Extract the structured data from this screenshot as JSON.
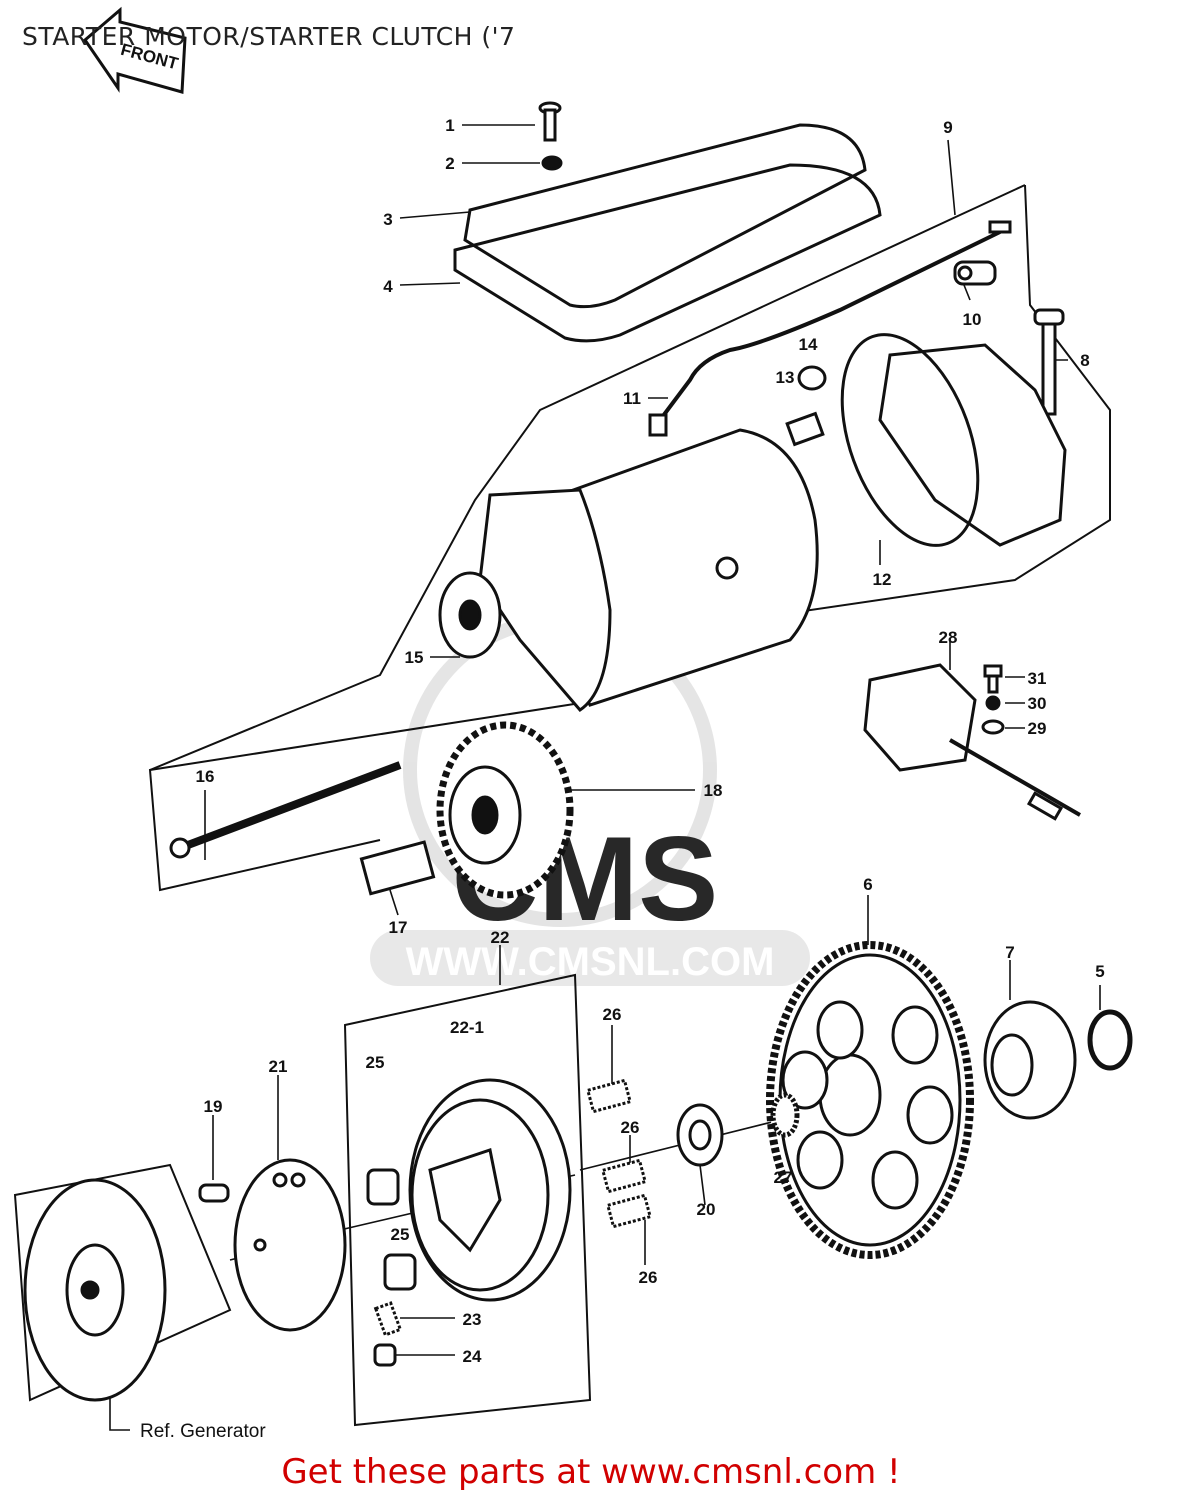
{
  "title": "STARTER MOTOR/STARTER CLUTCH ('7",
  "front_arrow_label": "FRONT",
  "watermark": {
    "brand": "CMS",
    "url": "WWW.CMSNL.COM"
  },
  "callouts": [
    "1",
    "2",
    "3",
    "4",
    "5",
    "6",
    "7",
    "8",
    "9",
    "10",
    "11",
    "12",
    "13",
    "14",
    "15",
    "16",
    "17",
    "18",
    "19",
    "20",
    "21",
    "22",
    "22-1",
    "23",
    "24",
    "25",
    "25",
    "26",
    "26",
    "26",
    "27",
    "28",
    "29",
    "30",
    "31"
  ],
  "reference_note": "Ref.  Generator",
  "footer_link": "Get these parts at www.cmsnl.com !",
  "colors": {
    "line": "#111111",
    "footer": "#d10000",
    "watermark": "#d6d6d6"
  }
}
